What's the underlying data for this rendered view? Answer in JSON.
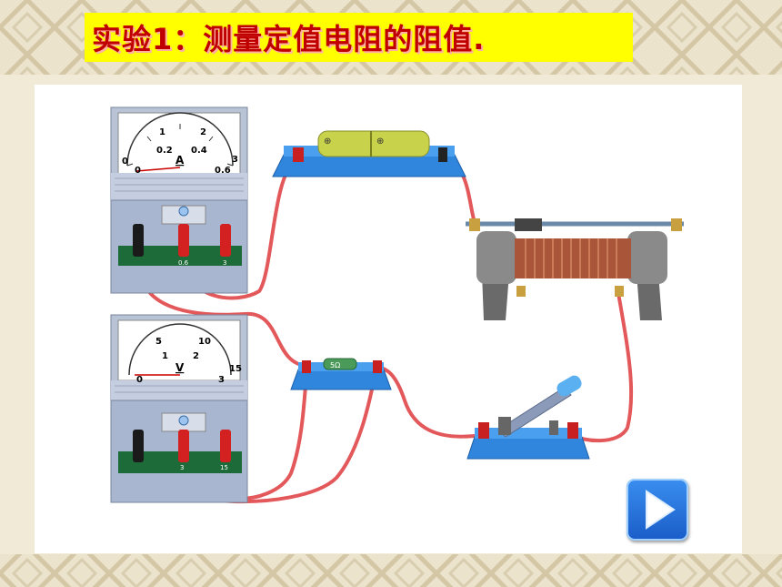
{
  "title": "实验1：测量定值电阻的阻值.",
  "ammeter": {
    "scale_top": [
      "1",
      "2",
      "3"
    ],
    "scale_bottom": [
      "0",
      "0.2",
      "0.4",
      "0.6"
    ],
    "zero_top": "0",
    "unit": "A",
    "terminal_labels": [
      "-",
      "0.6",
      "3"
    ]
  },
  "voltmeter": {
    "scale_top": [
      "5",
      "10",
      "15"
    ],
    "scale_bottom": [
      "1",
      "2",
      "3"
    ],
    "zero": "0",
    "unit": "V",
    "terminal_labels": [
      "-",
      "3",
      "15"
    ]
  },
  "resistor": {
    "label": "5Ω"
  },
  "icons": {
    "ammeter": "ammeter-icon",
    "voltmeter": "voltmeter-icon",
    "battery": "battery-icon",
    "rheostat": "rheostat-icon",
    "switch": "knife-switch-icon",
    "resistor": "resistor-icon",
    "next": "play-next-icon"
  },
  "colors": {
    "title_bg": "#ffff00",
    "title_text": "#c00000",
    "wire": "#e3585a",
    "button": "#2a78e0"
  }
}
